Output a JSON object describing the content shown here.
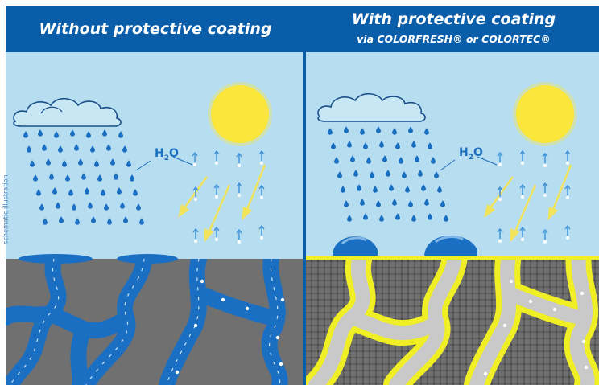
{
  "header": {
    "left_title": "Without protective coating",
    "right_title": "With protective coating",
    "right_subtitle": "via COLORFRESH® or COLORTEC®"
  },
  "labels": {
    "side_note": "schematic illustration",
    "h2o_left": "H",
    "h2o_sub": "2",
    "h2o_o": "O",
    "h2o_right": "H",
    "h2o_right_sub": "2",
    "h2o_right_o": "O"
  },
  "colors": {
    "header_blue": "#0a5da8",
    "sky": "#b7def0",
    "ground": "#707070",
    "water": "#1a6fc2",
    "coating_yellow": "#f0ee24",
    "pore_grey": "#c9c9c9",
    "sun": "#fbe63c"
  },
  "icons": [
    "cloud-icon",
    "sun-icon",
    "rain-drop-icon",
    "vapor-arrow-icon",
    "sunray-arrow-icon"
  ]
}
